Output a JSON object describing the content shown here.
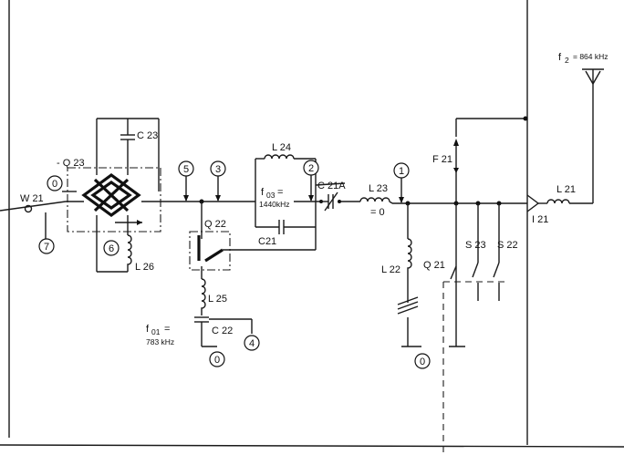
{
  "labels": {
    "f2_prefix": "f",
    "f2_sub": "2",
    "f2_value": "= 864 kHz",
    "c23": "C 23",
    "q23": "- Q 23",
    "w21": "W 21",
    "l24": "L 24",
    "f03_prefix": "f",
    "f03_sub": "03",
    "f03_eq": "=",
    "f03_value": "1440kHz",
    "c21a": "C 21A",
    "l23": "L 23",
    "l23_eq": "= 0",
    "f21": "F 21",
    "l21": "L 21",
    "i21": "I 21",
    "c21": "C21",
    "q22": "Q 22",
    "l26": "L 26",
    "l25": "L 25",
    "f01_prefix": "f",
    "f01_sub": "01",
    "f01_eq": "=",
    "f01_value": "783 kHz",
    "c22": "C 22",
    "l22": "L 22",
    "q21": "Q 21",
    "s23": "S 23",
    "s22": "S 22"
  },
  "markers": {
    "m1": "1",
    "m2": "2",
    "m3": "3",
    "m4": "4",
    "m5": "5",
    "m6": "6",
    "m7": "7",
    "m0a": "0",
    "m0b": "0",
    "m0c": "0"
  }
}
